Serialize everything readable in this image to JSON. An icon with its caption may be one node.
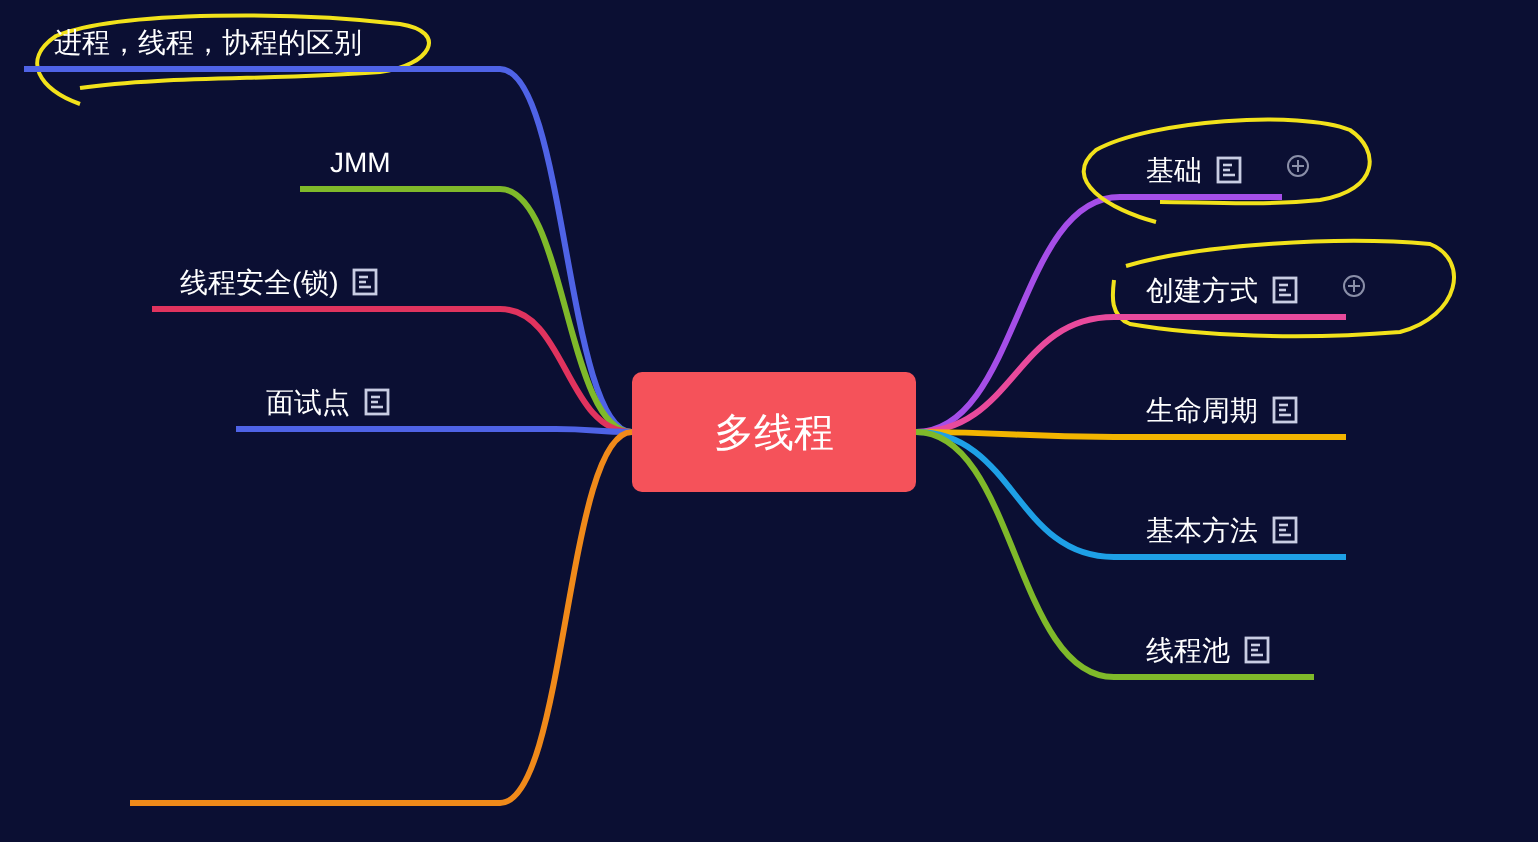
{
  "diagram": {
    "nodes": [
      {
        "text": [
          "多线程"
        ]
      },
      {
        "text": [
          "进程，线程，协程的区别"
        ]
      },
      {
        "text": [
          "JMM"
        ]
      },
      {
        "text": [
          "线程安全(锁)"
        ]
      },
      {
        "text": [
          "面试点"
        ]
      },
      {
        "text": [],
        "shape": "bar"
      },
      {
        "text": [
          "基础"
        ]
      },
      {
        "text": [
          "创建方式"
        ]
      },
      {
        "text": [
          "生命周期"
        ]
      },
      {
        "text": [
          "基本方法"
        ]
      },
      {
        "text": [
          "线程池"
        ]
      }
    ],
    "edges": [
      {
        "from": 0,
        "to": 1,
        "arrow": "none",
        "color": "#4f63e6"
      },
      {
        "from": 0,
        "to": 2,
        "arrow": "none",
        "color": "#7fb92a"
      },
      {
        "from": 0,
        "to": 3,
        "arrow": "none",
        "color": "#e0335e"
      },
      {
        "from": 0,
        "to": 4,
        "arrow": "none",
        "color": "#4f63e6"
      },
      {
        "from": 0,
        "to": 5,
        "arrow": "none",
        "color": "#f08a1a"
      },
      {
        "from": 0,
        "to": 6,
        "arrow": "none",
        "color": "#a54ee8"
      },
      {
        "from": 0,
        "to": 7,
        "arrow": "none",
        "color": "#e84a9c"
      },
      {
        "from": 0,
        "to": 8,
        "arrow": "none",
        "color": "#f2b400"
      },
      {
        "from": 0,
        "to": 9,
        "arrow": "none",
        "color": "#1ea0e6"
      },
      {
        "from": 0,
        "to": 10,
        "arrow": "none",
        "color": "#7fb92a"
      }
    ]
  }
}
